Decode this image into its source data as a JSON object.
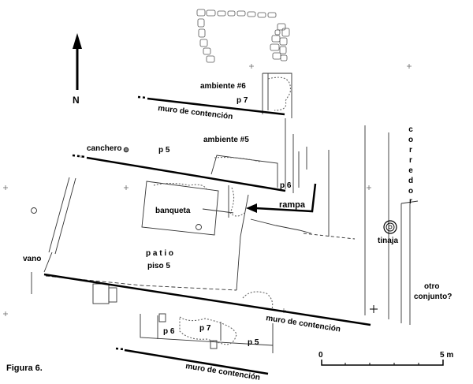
{
  "figure": "Figura 6.",
  "north": "N",
  "labels": {
    "ambiente6": "ambiente #6",
    "p7_upper": "p 7",
    "muro_top": "muro de contención",
    "canchero": "canchero",
    "p5_upper": "p 5",
    "ambiente5": "ambiente #5",
    "p6_upper": "p 6",
    "rampa": "rampa",
    "banqueta": "banqueta",
    "patio": "p a t i o",
    "piso5": "piso 5",
    "vano": "vano",
    "tinaja": "tinaja",
    "corredor": [
      "c",
      "o",
      "r",
      "r",
      "e",
      "d",
      "o",
      "r"
    ],
    "otro_line1": "otro",
    "otro_line2": "conjunto?",
    "muro_mid": "muro de contención",
    "p6_lower": "p 6",
    "p7_lower": "p 7",
    "p5_lower": "p 5",
    "muro_bottom": "muro de contención"
  },
  "scale": {
    "start": "0",
    "end": "5 m"
  }
}
